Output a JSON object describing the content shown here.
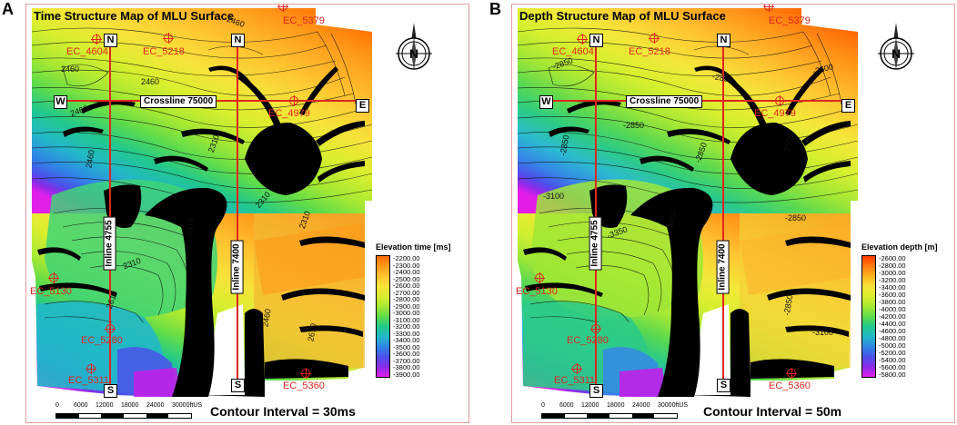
{
  "panels": [
    {
      "letter": "A",
      "title": "Time Structure Map of MLU Surface",
      "directions": {
        "n1": "N",
        "n2": "N",
        "w": "W",
        "e": "E",
        "s1": "S",
        "s2": "S"
      },
      "crossline": "Crossline 75000",
      "inline_left": "Inline 4755",
      "inline_right": "Inline 7400",
      "wells": [
        {
          "label": "EC_5379"
        },
        {
          "label": "EC_4604"
        },
        {
          "label": "EC_5218"
        },
        {
          "label": "EC_4979"
        },
        {
          "label": "EC_5130"
        },
        {
          "label": "EC_5280"
        },
        {
          "label": "EC_5311"
        },
        {
          "label": "EC_5360"
        }
      ],
      "contour_labels": [
        "2460",
        "2460",
        "2460",
        "2460",
        "2310",
        "2310",
        "2460",
        "2310",
        "2610",
        "2310",
        "2310",
        "2460",
        "2610"
      ],
      "legend": {
        "title": "Elevation time [ms]",
        "ticks": [
          "-2200.00",
          "-2300.00",
          "-2400.00",
          "-2500.00",
          "-2600.00",
          "-2700.00",
          "-2800.00",
          "-2900.00",
          "-3000.00",
          "-3100.00",
          "-3200.00",
          "-3300.00",
          "-3400.00",
          "-3500.00",
          "-3600.00",
          "-3700.00",
          "-3800.00",
          "-3900.00"
        ]
      },
      "scale_labels": [
        "0",
        "6000",
        "12000",
        "18000",
        "24000",
        "30000ftUS"
      ],
      "interval": "Contour Interval = 30ms"
    },
    {
      "letter": "B",
      "title": "Depth Structure Map of MLU Surface",
      "directions": {
        "n1": "N",
        "n2": "N",
        "w": "W",
        "e": "E",
        "s1": "S",
        "s2": "S"
      },
      "crossline": "Crossline 75000",
      "inline_left": "Inline 4755",
      "inline_right": "Inline 7400",
      "wells": [
        {
          "label": "EC_5379"
        },
        {
          "label": "EC_4604"
        },
        {
          "label": "EC_5218"
        },
        {
          "label": "EC_4979"
        },
        {
          "label": "EC_5130"
        },
        {
          "label": "EC_5280"
        },
        {
          "label": "EC_5311"
        },
        {
          "label": "EC_5360"
        }
      ],
      "contour_labels": [
        "-2850",
        "-2850",
        "-2850",
        "-2600",
        "-2850",
        "-2850",
        "-3100",
        "-3350",
        "-3350",
        "-2600",
        "-2850",
        "-2850",
        "-3100"
      ],
      "legend": {
        "title": "Elevation depth [m]",
        "ticks": [
          "-2600.00",
          "-2800.00",
          "-3000.00",
          "-3200.00",
          "-3400.00",
          "-3600.00",
          "-3800.00",
          "-4000.00",
          "-4200.00",
          "-4400.00",
          "-4600.00",
          "-4800.00",
          "-5000.00",
          "-5200.00",
          "-5400.00",
          "-5600.00",
          "-5800.00"
        ]
      },
      "scale_labels": [
        "0",
        "6000",
        "12000",
        "18000",
        "24000",
        "30000ftUS"
      ],
      "interval": "Contour Interval = 50m"
    }
  ],
  "colors": {
    "well_red": "#e0261f",
    "grid_red": "#e0261f",
    "fault_black": "#000000",
    "frame_pink": "#e29a9a",
    "ramp": [
      "#ff6a00",
      "#ff9a1a",
      "#ffc430",
      "#f6e33a",
      "#d9ee2e",
      "#a6e832",
      "#5fdc4a",
      "#22c98a",
      "#22b8c8",
      "#2f86e6",
      "#4a52ea",
      "#8a2be8",
      "#e020e8"
    ]
  }
}
